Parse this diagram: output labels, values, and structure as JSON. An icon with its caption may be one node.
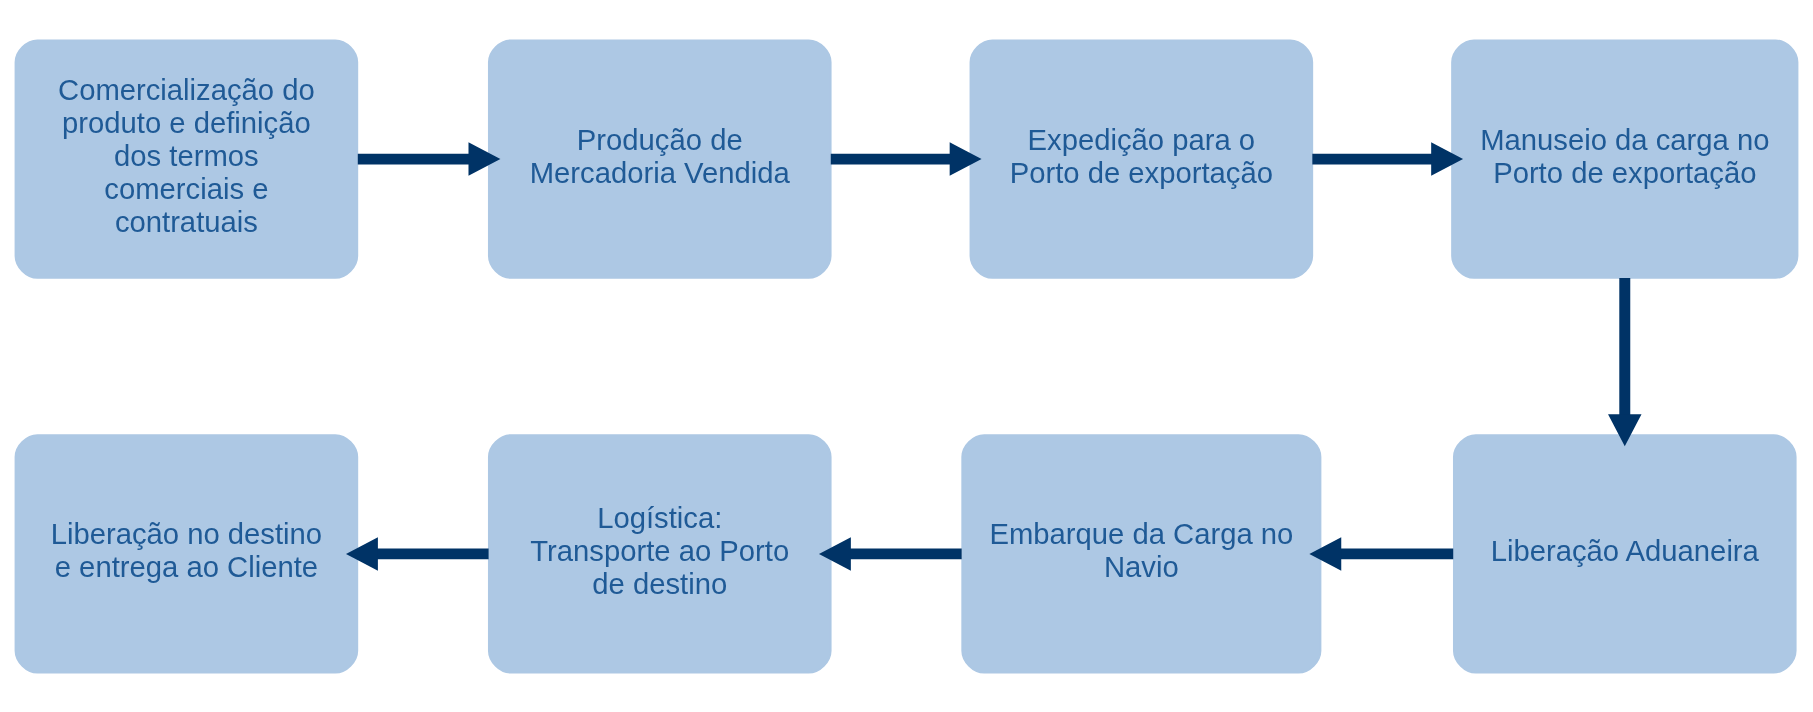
{
  "diagram": {
    "nodes": [
      {
        "text": [
          "Comercialização do produto e definição dos termos comerciais e contratuais"
        ]
      },
      {
        "text": [
          "Produção de Mercadoria Vendida"
        ]
      },
      {
        "text": [
          "Expedição para o Porto de exportação"
        ]
      },
      {
        "text": [
          "Manuseio da carga no Porto de exportação"
        ]
      },
      {
        "text": [
          "Liberação no destino e entrega ao Cliente"
        ]
      },
      {
        "text": [
          "Logística: Transporte ao Porto de destino"
        ]
      },
      {
        "text": [
          "Embarque da Carga no Navio"
        ]
      },
      {
        "text": [
          "Liberação Aduaneira"
        ]
      }
    ],
    "edges": [
      {
        "from": 0,
        "to": 1,
        "arrow": "to"
      },
      {
        "from": 1,
        "to": 2,
        "arrow": "to"
      },
      {
        "from": 2,
        "to": 3,
        "arrow": "to"
      },
      {
        "from": 3,
        "to": 7,
        "arrow": "to"
      },
      {
        "from": 7,
        "to": 6,
        "arrow": "to"
      },
      {
        "from": 6,
        "to": 5,
        "arrow": "to"
      },
      {
        "from": 5,
        "to": 4,
        "arrow": "to"
      }
    ]
  }
}
